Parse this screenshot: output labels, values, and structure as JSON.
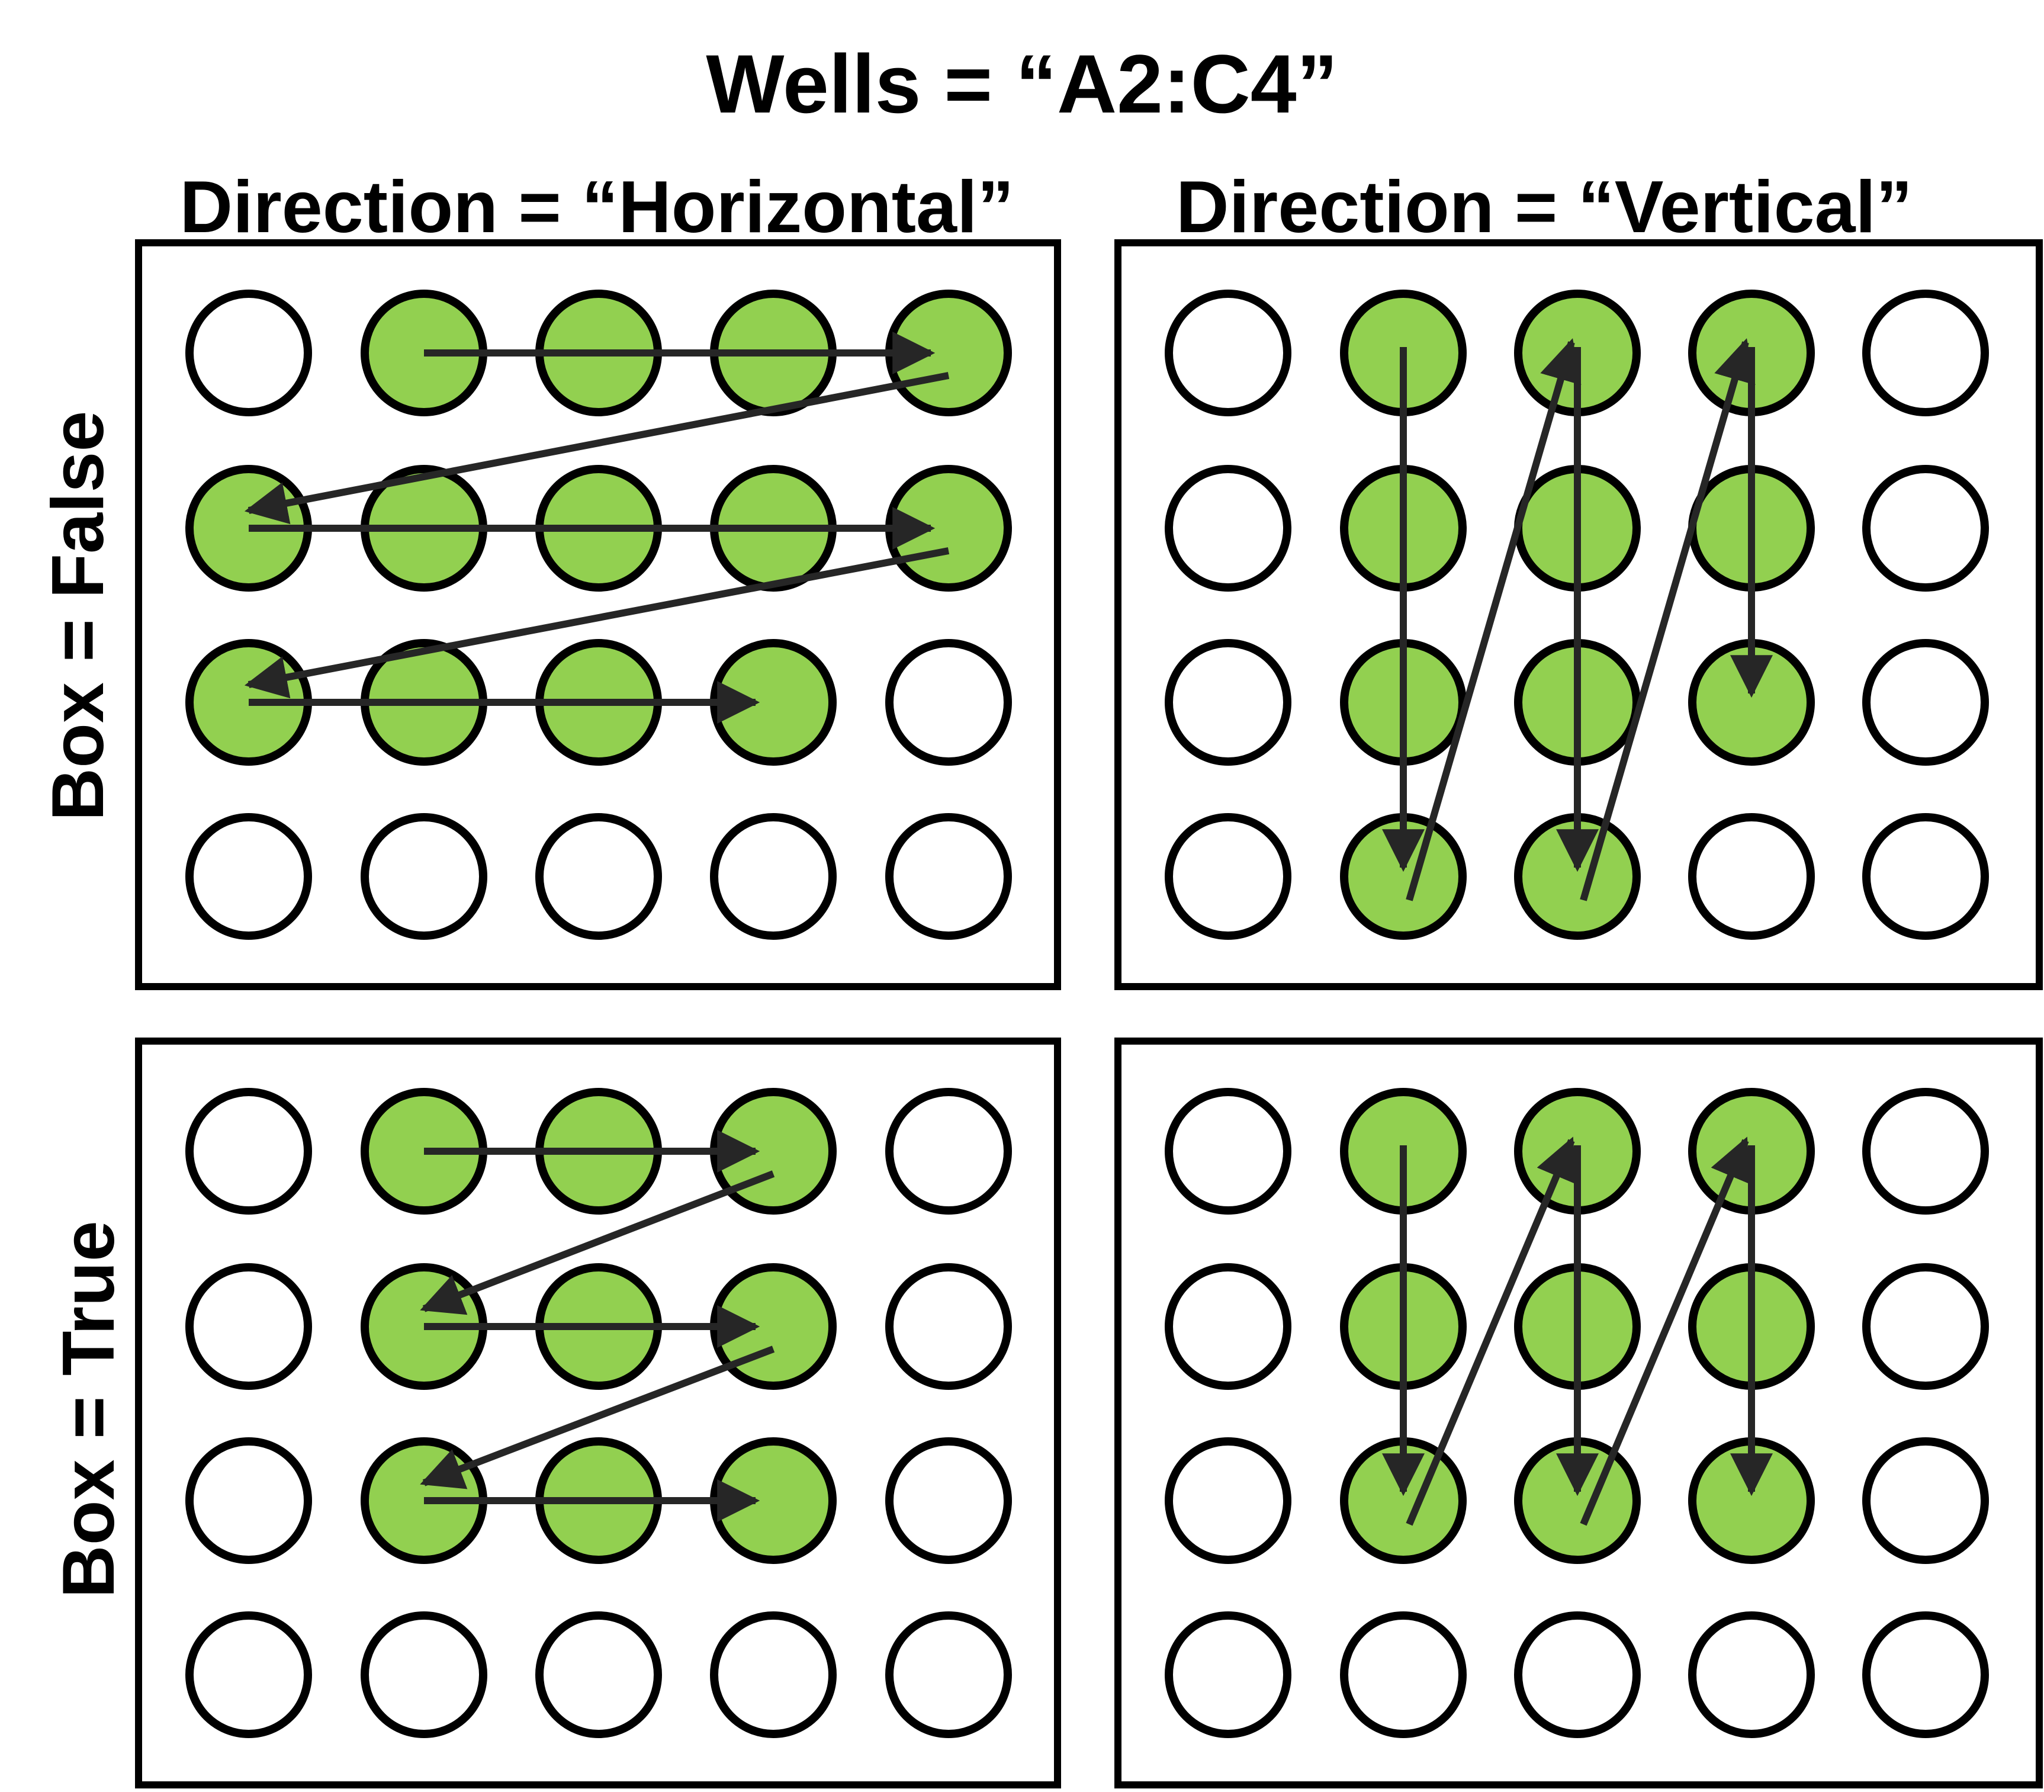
{
  "title": "Wells = “A2:C4”",
  "column_labels": {
    "horizontal": "Direction = “Horizontal”",
    "vertical": "Direction = “Vertical”"
  },
  "row_labels": {
    "box_false": "Box = False",
    "box_true": "Box = True"
  },
  "colors": {
    "filled_well": "#92d050",
    "empty_well": "#ffffff",
    "outline": "#000000",
    "arrow": "#262626"
  },
  "plate": {
    "rows": 4,
    "columns": 5
  },
  "panels": [
    {
      "id": "horizontal-box-false",
      "direction": "Horizontal",
      "box": "False",
      "filled_wells": [
        [
          0,
          1
        ],
        [
          0,
          2
        ],
        [
          0,
          3
        ],
        [
          0,
          4
        ],
        [
          1,
          0
        ],
        [
          1,
          1
        ],
        [
          1,
          2
        ],
        [
          1,
          3
        ],
        [
          1,
          4
        ],
        [
          2,
          0
        ],
        [
          2,
          1
        ],
        [
          2,
          2
        ],
        [
          2,
          3
        ]
      ],
      "traversal_order": [
        [
          0,
          1
        ],
        [
          0,
          4
        ],
        [
          1,
          0
        ],
        [
          1,
          4
        ],
        [
          2,
          0
        ],
        [
          2,
          3
        ]
      ]
    },
    {
      "id": "vertical-box-false",
      "direction": "Vertical",
      "box": "False",
      "filled_wells": [
        [
          0,
          1
        ],
        [
          1,
          1
        ],
        [
          2,
          1
        ],
        [
          3,
          1
        ],
        [
          0,
          2
        ],
        [
          1,
          2
        ],
        [
          2,
          2
        ],
        [
          3,
          2
        ],
        [
          0,
          3
        ],
        [
          1,
          3
        ],
        [
          2,
          3
        ]
      ],
      "traversal_order": [
        [
          0,
          1
        ],
        [
          3,
          1
        ],
        [
          0,
          2
        ],
        [
          3,
          2
        ],
        [
          0,
          3
        ],
        [
          2,
          3
        ]
      ]
    },
    {
      "id": "horizontal-box-true",
      "direction": "Horizontal",
      "box": "True",
      "filled_wells": [
        [
          0,
          1
        ],
        [
          0,
          2
        ],
        [
          0,
          3
        ],
        [
          1,
          1
        ],
        [
          1,
          2
        ],
        [
          1,
          3
        ],
        [
          2,
          1
        ],
        [
          2,
          2
        ],
        [
          2,
          3
        ]
      ],
      "traversal_order": [
        [
          0,
          1
        ],
        [
          0,
          3
        ],
        [
          1,
          1
        ],
        [
          1,
          3
        ],
        [
          2,
          1
        ],
        [
          2,
          3
        ]
      ]
    },
    {
      "id": "vertical-box-true",
      "direction": "Vertical",
      "box": "True",
      "filled_wells": [
        [
          0,
          1
        ],
        [
          1,
          1
        ],
        [
          2,
          1
        ],
        [
          0,
          2
        ],
        [
          1,
          2
        ],
        [
          2,
          2
        ],
        [
          0,
          3
        ],
        [
          1,
          3
        ],
        [
          2,
          3
        ]
      ],
      "traversal_order": [
        [
          0,
          1
        ],
        [
          2,
          1
        ],
        [
          0,
          2
        ],
        [
          2,
          2
        ],
        [
          0,
          3
        ],
        [
          2,
          3
        ]
      ]
    }
  ]
}
